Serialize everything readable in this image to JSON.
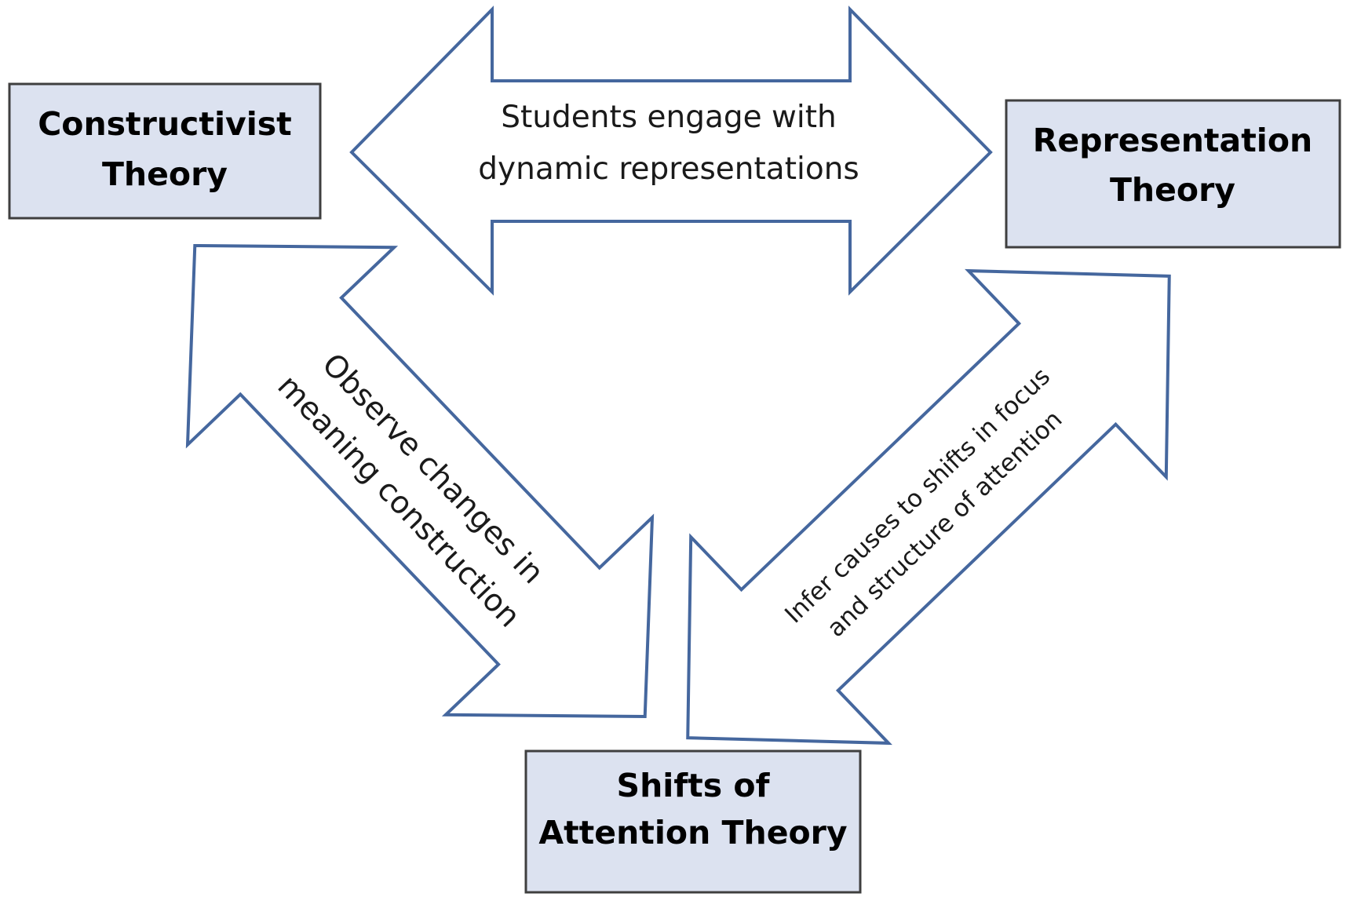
{
  "boxes": {
    "constructivist": {
      "line1": "Constructivist",
      "line2": "Theory"
    },
    "representation": {
      "line1": "Representation",
      "line2": "Theory"
    },
    "shifts": {
      "line1": "Shifts of",
      "line2": "Attention Theory"
    }
  },
  "arrows": {
    "top": {
      "line1": "Students engage with",
      "line2": "dynamic representations"
    },
    "left": {
      "line1": "Observe changes in",
      "line2": "meaning construction"
    },
    "right": {
      "line1": "Infer causes to shifts in focus",
      "line2": "and structure of attention"
    }
  },
  "colors": {
    "box_fill": "#dce2f0",
    "box_border": "#3f3f3f",
    "arrow_stroke": "#45679e"
  }
}
